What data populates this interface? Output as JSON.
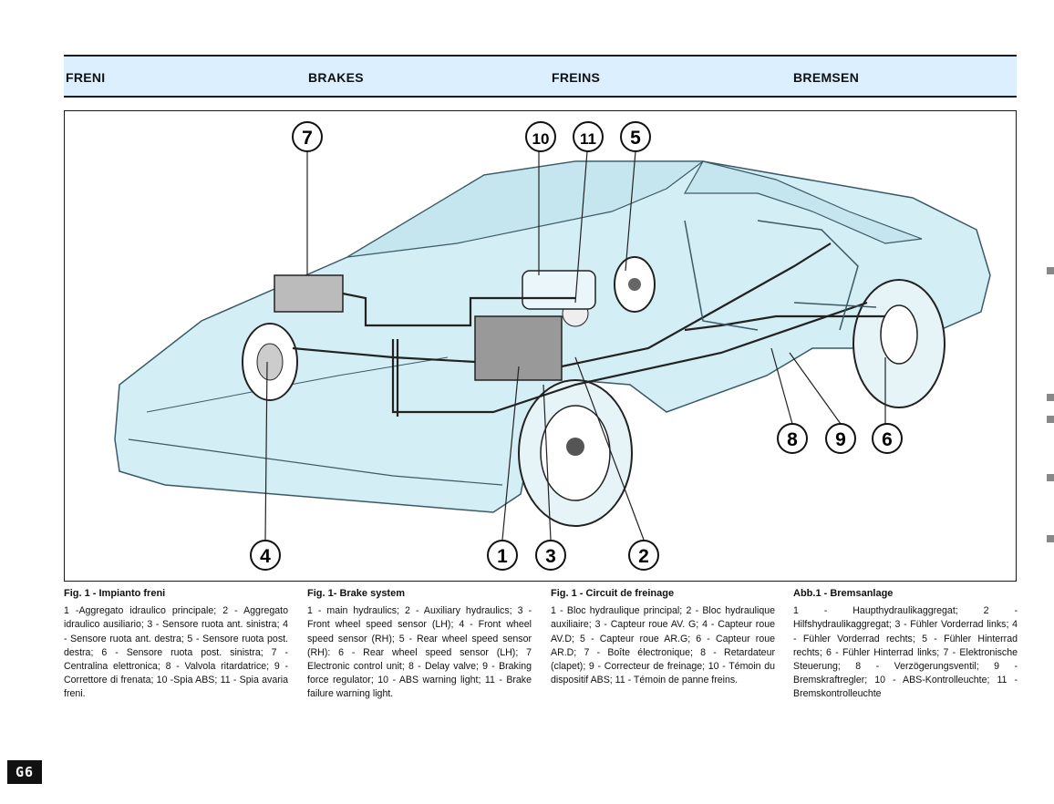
{
  "header": {
    "it": "FRENI",
    "en": "BRAKES",
    "fr": "FREINS",
    "de": "BREMSEN"
  },
  "figure": {
    "callouts": [
      "1",
      "2",
      "3",
      "4",
      "5",
      "6",
      "7",
      "8",
      "9",
      "10",
      "11"
    ]
  },
  "captions": [
    {
      "title": "Fig. 1 - Impianto freni",
      "body": "1 -Aggregato idraulico principale; 2 - Aggregato idraulico ausiliario; 3 - Sensore ruota ant. sinistra; 4 - Sensore ruota ant. destra; 5 - Sensore ruota post. destra; 6 - Sensore ruota post. sinistra; 7 - Centralina elettronica; 8 - Valvola ritardatrice; 9 - Correttore di frenata; 10 -Spia ABS; 11 - Spia avaria freni."
    },
    {
      "title": "Fig. 1- Brake system",
      "body": "1 - main hydraulics; 2 - Auxiliary hydraulics; 3 - Front wheel speed sensor (LH); 4 - Front wheel speed sensor (RH); 5 - Rear wheel speed sensor (RH): 6 - Rear wheel speed sensor (LH); 7 Electronic control unit; 8 - Delay valve; 9 - Braking force regulator; 10 - ABS warning light; 11 - Brake failure warning light."
    },
    {
      "title": "Fig. 1 - Circuit de freinage",
      "body": "1 - Bloc hydraulique principal; 2 - Bloc hydraulique auxiliaire; 3 - Capteur roue AV. G; 4 - Capteur roue AV.D; 5 - Capteur roue AR.G; 6 - Capteur roue AR.D; 7 - Boîte électronique; 8 - Retardateur (clapet); 9 - Correcteur de freinage; 10 - Témoin du dispositif ABS; 11 - Témoin de panne freins."
    },
    {
      "title": "Abb.1 - Bremsanlage",
      "body": "1 - Haupthydraulikaggregat; 2 - Hilfshydraulikaggregat; 3 - Fühler Vorderrad links; 4 - Fühler Vorderrad rechts; 5 - Fühler Hinterrad rechts; 6 - Fühler Hinterrad links; 7 - Elektronische Steuerung; 8 - Verzögerungsventil; 9 - Bremskraftregler; 10 - ABS-Kontrolleuchte; 11 - Bremskontrolleuchte"
    }
  ],
  "page": {
    "number": "G6"
  }
}
